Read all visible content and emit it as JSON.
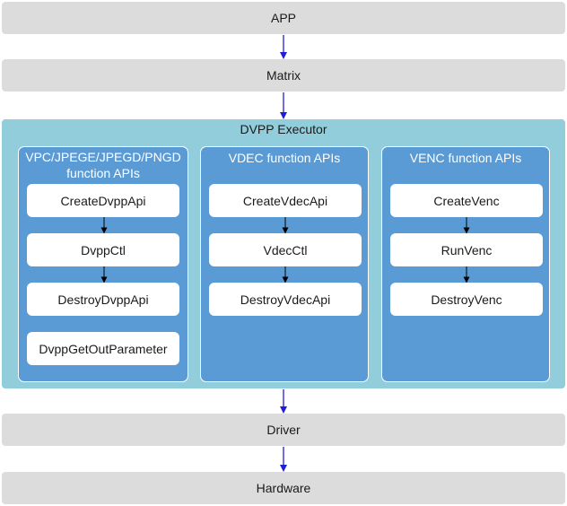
{
  "layers": {
    "app": "APP",
    "matrix": "Matrix",
    "driver": "Driver",
    "hardware": "Hardware"
  },
  "executor": {
    "title": "DVPP Executor",
    "groups": [
      {
        "title_line1": "VPC/JPEGE/JPEGD/PNGD",
        "title_line2": "function APIs",
        "apis": [
          "CreateDvppApi",
          "DvppCtl",
          "DestroyDvppApi",
          "DvppGetOutParameter"
        ]
      },
      {
        "title_line1": "VDEC function APIs",
        "apis": [
          "CreateVdecApi",
          "VdecCtl",
          "DestroyVdecApi"
        ]
      },
      {
        "title_line1": "VENC function APIs",
        "apis": [
          "CreateVenc",
          "RunVenc",
          "DestroyVenc"
        ]
      }
    ]
  },
  "colors": {
    "layer_bar": "#dcdcdc",
    "executor_bg": "#92cddc",
    "group_bg": "#5b9bd5",
    "main_arrow": "#1f1fd6",
    "inner_arrow": "#000000"
  }
}
